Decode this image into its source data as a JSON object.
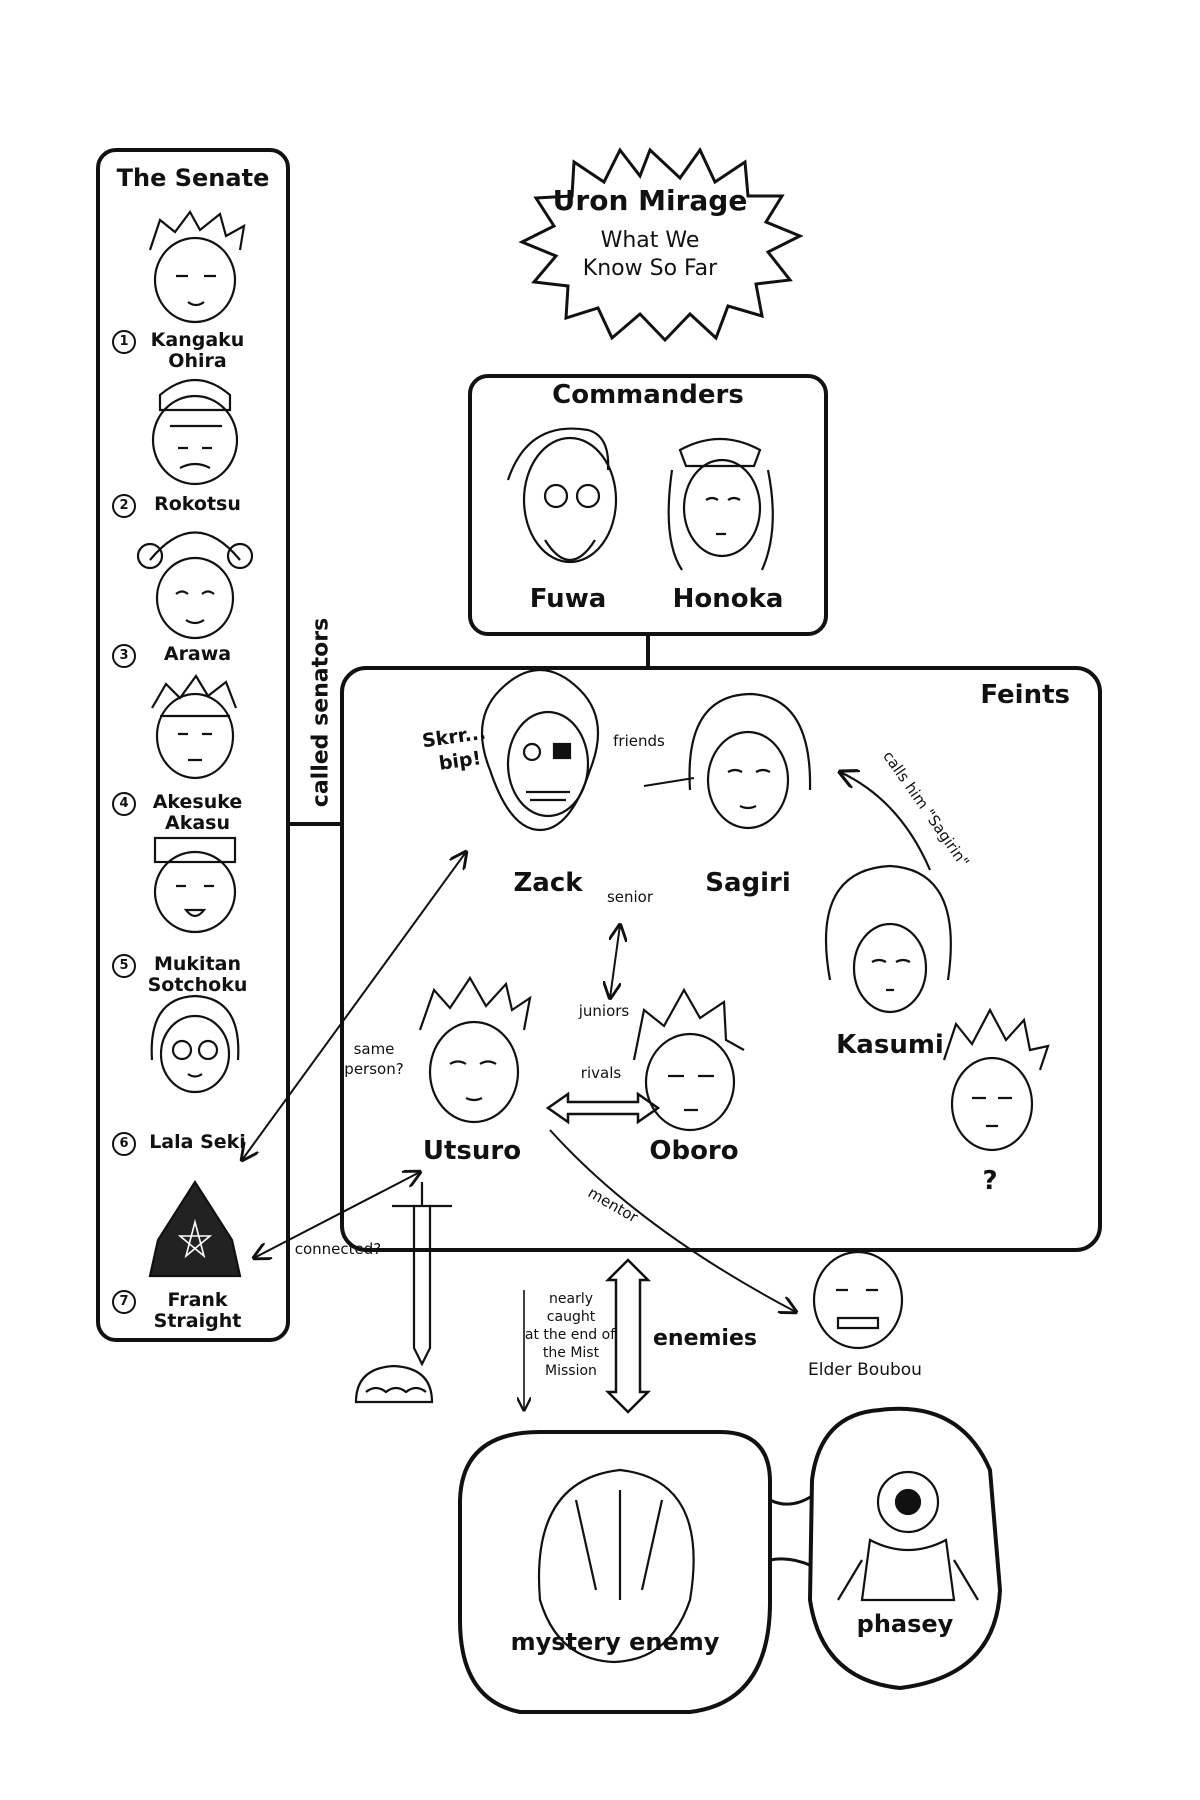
{
  "title": {
    "line1": "Uron Mirage",
    "line2": "What We",
    "line3": "Know So Far"
  },
  "senate": {
    "heading": "The Senate",
    "side_label": "called senators",
    "members": [
      {
        "num": "1",
        "name_line1": "Kangaku",
        "name_line2": "Ohira"
      },
      {
        "num": "2",
        "name_line1": "Rokotsu",
        "name_line2": ""
      },
      {
        "num": "3",
        "name_line1": "Arawa",
        "name_line2": ""
      },
      {
        "num": "4",
        "name_line1": "Akesuke",
        "name_line2": "Akasu"
      },
      {
        "num": "5",
        "name_line1": "Mukitan",
        "name_line2": "Sotchoku"
      },
      {
        "num": "6",
        "name_line1": "Lala Seki",
        "name_line2": ""
      },
      {
        "num": "7",
        "name_line1": "Frank",
        "name_line2": "Straight"
      }
    ]
  },
  "commanders": {
    "heading": "Commanders",
    "members": [
      "Fuwa",
      "Honoka"
    ]
  },
  "feints": {
    "heading": "Feints",
    "members": [
      "Zack",
      "Sagiri",
      "Kasumi",
      "Utsuro",
      "Oboro",
      "?"
    ],
    "sfx_line1": "Skrr...",
    "sfx_line2": "bip!"
  },
  "relations": {
    "friends": "friends",
    "calls_him": "calls him \"Sagirin\"",
    "senior": "senior",
    "juniors": "juniors",
    "rivals": "rivals",
    "same_person_line1": "same",
    "same_person_line2": "person?",
    "connected": "connected?",
    "mentor": "mentor",
    "enemies": "enemies",
    "nearly_caught": [
      "nearly",
      "caught",
      "at the end of",
      "the Mist",
      "Mission"
    ]
  },
  "others": {
    "elder": "Elder Boubou",
    "mystery": "mystery enemy",
    "phasey": "phasey"
  },
  "colors": {
    "ink": "#111111",
    "paper": "#ffffff"
  }
}
